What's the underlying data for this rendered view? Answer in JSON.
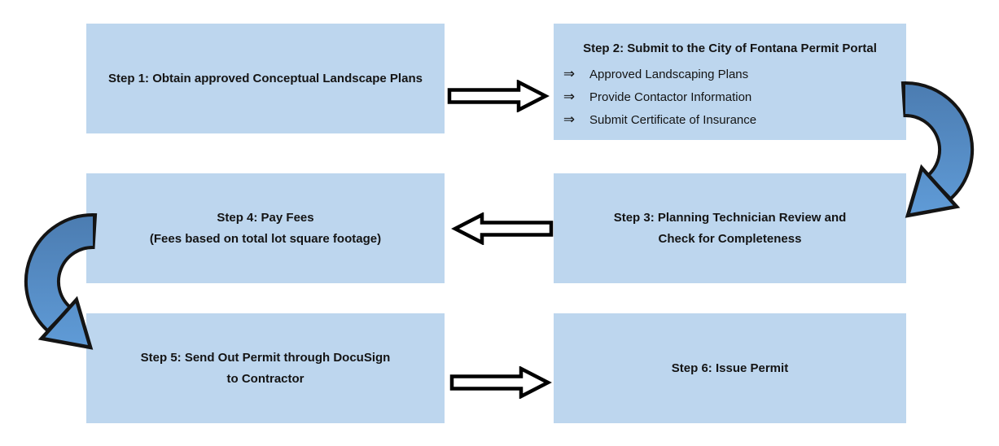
{
  "colors": {
    "background": "#FFFFFF",
    "box_fill": "#BDD6EE",
    "text": "#141414",
    "straight_arrow_fill": "#FFFFFF",
    "straight_arrow_outline": "#000000",
    "curved_arrow_gradient_top": "#4C7DB2",
    "curved_arrow_gradient_bottom": "#609CD8",
    "curved_arrow_outline": "#141414"
  },
  "steps": [
    {
      "id": 1,
      "lines": [
        "Step 1: Obtain approved Conceptual Landscape Plans"
      ]
    },
    {
      "id": 2,
      "title": "Step 2: Submit to the City of Fontana Permit Portal",
      "bullet_marker": "⇒",
      "bullets": [
        "Approved Landscaping Plans",
        "Provide Contactor Information",
        "Submit Certificate of Insurance"
      ]
    },
    {
      "id": 3,
      "lines": [
        "Step 3: Planning Technician Review and",
        "Check for Completeness"
      ]
    },
    {
      "id": 4,
      "lines": [
        "Step 4: Pay Fees",
        "(Fees based on total lot square footage)"
      ]
    },
    {
      "id": 5,
      "lines": [
        "Step 5: Send Out Permit through DocuSign",
        "to Contractor"
      ]
    },
    {
      "id": 6,
      "lines": [
        "Step 6: Issue Permit"
      ]
    }
  ],
  "connectors": [
    {
      "from": "step-1",
      "to": "step-2",
      "shape": "straight-arrow-right"
    },
    {
      "from": "step-2",
      "to": "step-3",
      "shape": "curved-arrow-down-right"
    },
    {
      "from": "step-3",
      "to": "step-4",
      "shape": "straight-arrow-left"
    },
    {
      "from": "step-4",
      "to": "step-5",
      "shape": "curved-arrow-down-left"
    },
    {
      "from": "step-5",
      "to": "step-6",
      "shape": "straight-arrow-right"
    }
  ]
}
